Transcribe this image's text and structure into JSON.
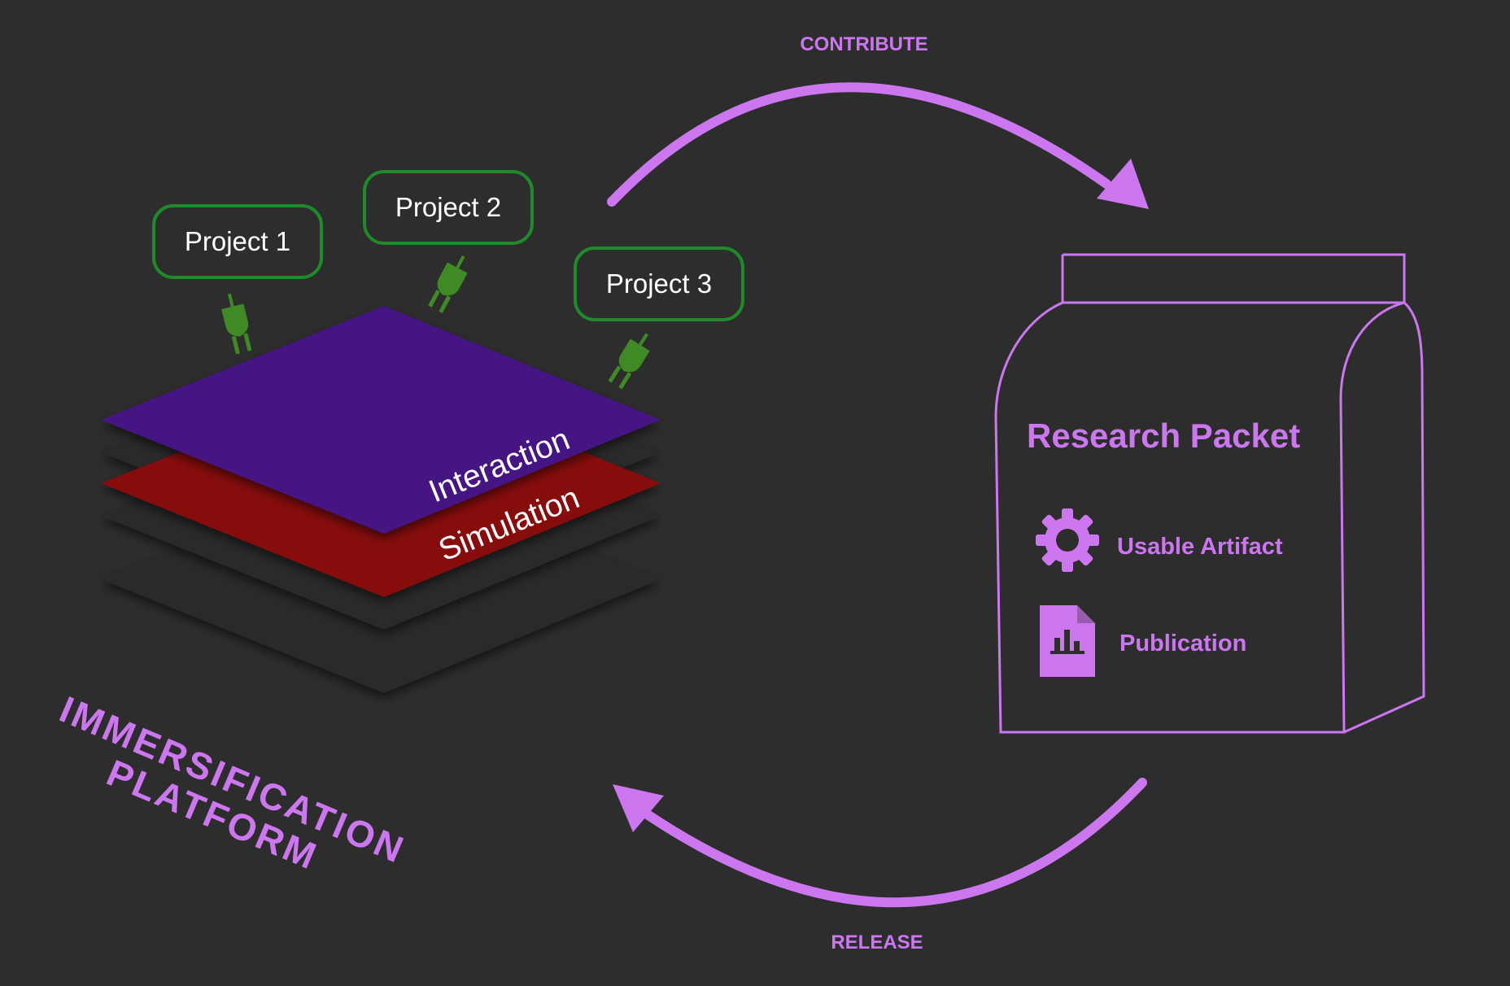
{
  "colors": {
    "background": "#2d2d2d",
    "accent": "#cc77f0",
    "project_green": "#1f8a2a",
    "plug_green": "#3f8a24",
    "interaction_layer": "#451883",
    "simulation_layer": "#87110f",
    "stack_layer": "#2b2b2b",
    "layer_text": "#ffffff"
  },
  "cycle": {
    "top_arrow_label": "CONTRIBUTE",
    "bottom_arrow_label": "RELEASE"
  },
  "platform": {
    "title_line1": "IMMERSIFICATION",
    "title_line2": "PLATFORM",
    "layers": {
      "interaction": "Interaction",
      "simulation": "Simulation"
    },
    "projects": [
      {
        "label": "Project 1",
        "plug_icon": "plug-icon"
      },
      {
        "label": "Project 2",
        "plug_icon": "plug-icon"
      },
      {
        "label": "Project 3",
        "plug_icon": "plug-icon"
      }
    ]
  },
  "packet": {
    "title": "Research Packet",
    "items": [
      {
        "label": "Usable Artifact",
        "icon": "gear-icon"
      },
      {
        "label": "Publication",
        "icon": "chart-document-icon"
      }
    ]
  }
}
